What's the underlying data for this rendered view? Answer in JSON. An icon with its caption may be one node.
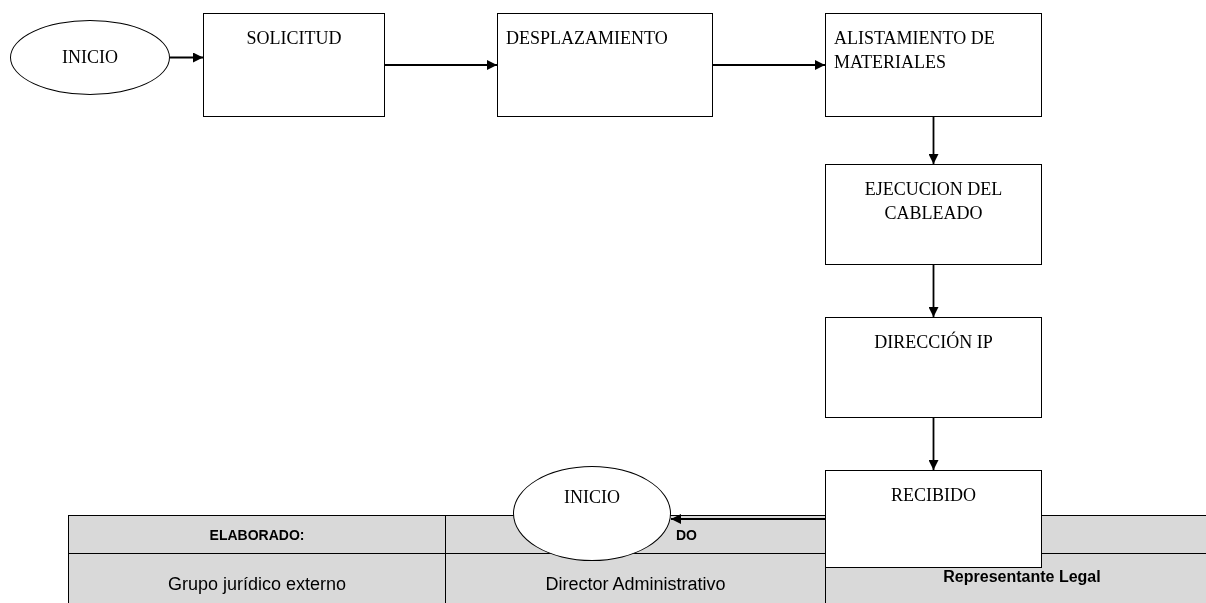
{
  "diagram": {
    "nodes": [
      {
        "text": [
          "INICIO"
        ]
      },
      {
        "text": [
          "SOLICITUD"
        ]
      },
      {
        "text": [
          "DESPLAZAMIENTO"
        ]
      },
      {
        "text": [
          "ALISTAMIENTO DE MATERIALES"
        ]
      },
      {
        "text": [
          "EJECUCION DEL CABLEADO"
        ]
      },
      {
        "text": [
          "DIRECCIÓN IP"
        ]
      },
      {
        "text": [
          "RECIBIDO"
        ]
      },
      {
        "text": [
          "INICIO"
        ]
      }
    ],
    "edges": [
      {
        "from": 0,
        "to": 1,
        "arrow": "to"
      },
      {
        "from": 1,
        "to": 2,
        "arrow": "to"
      },
      {
        "from": 2,
        "to": 3,
        "arrow": "to"
      },
      {
        "from": 3,
        "to": 4,
        "arrow": "to"
      },
      {
        "from": 4,
        "to": 5,
        "arrow": "to"
      },
      {
        "from": 5,
        "to": 6,
        "arrow": "to"
      },
      {
        "from": 6,
        "to": 7,
        "arrow": "to"
      }
    ],
    "labels": [
      "ELABORADO:",
      "DO",
      "Grupo jurídico externo",
      "Director Administrativo",
      "Representante Legal"
    ]
  }
}
